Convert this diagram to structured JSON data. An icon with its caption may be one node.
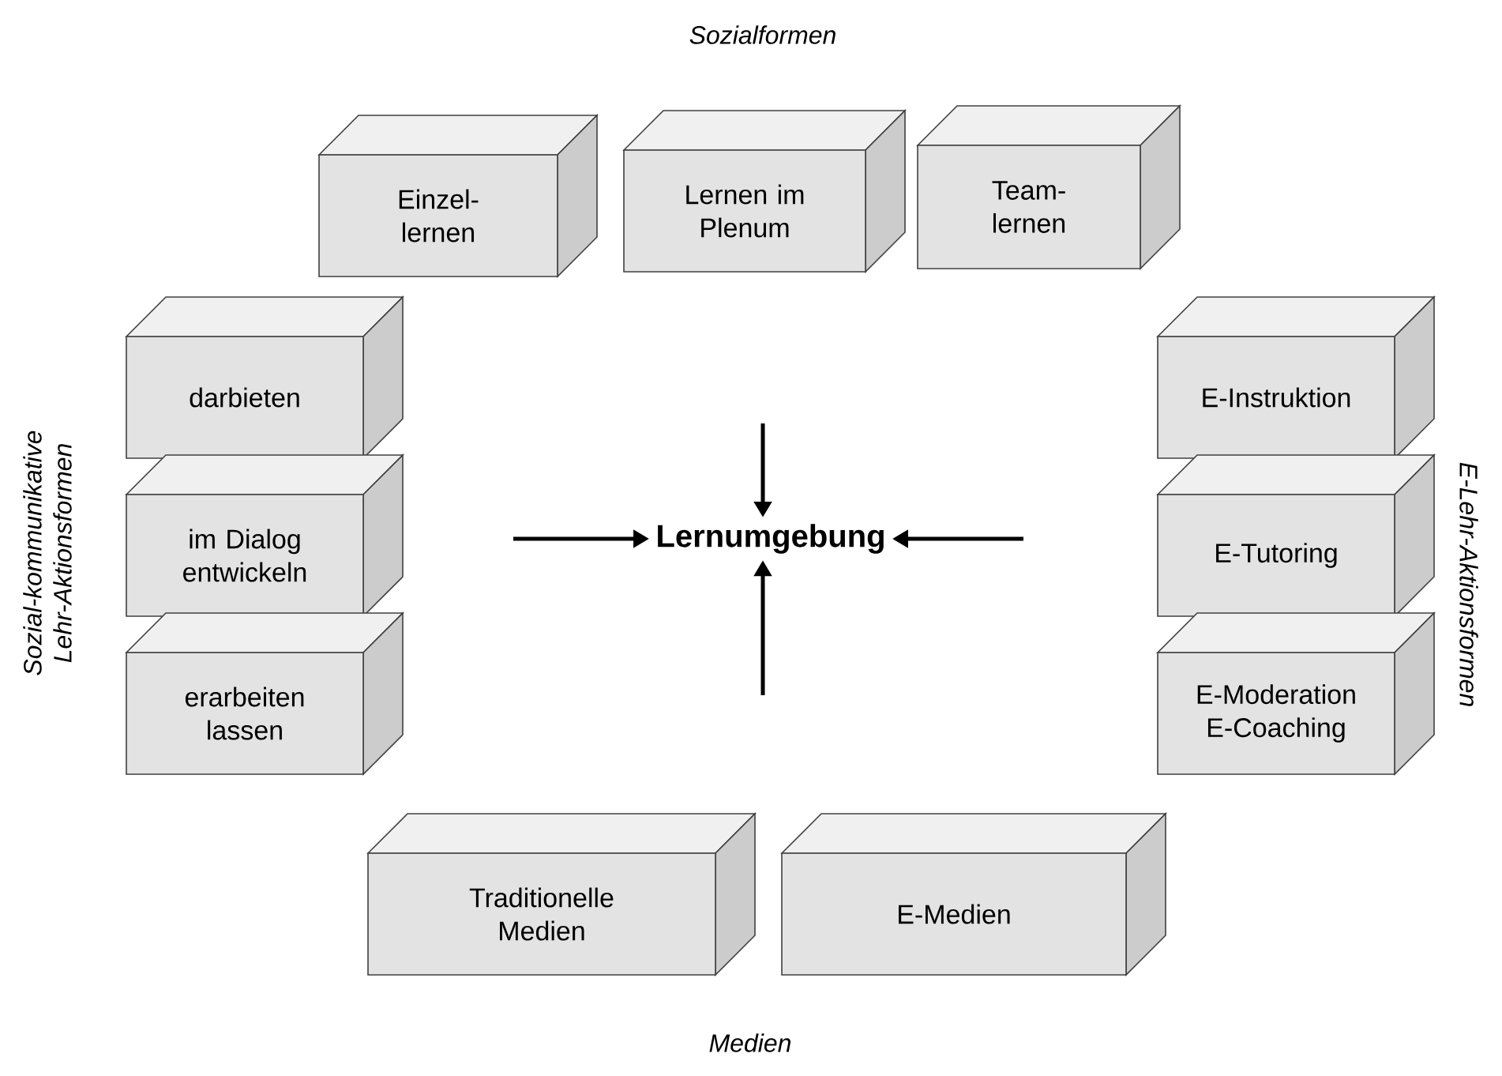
{
  "diagram": {
    "title": "Sozialformen",
    "caption": "Medien",
    "nodes": [
      {
        "text": [
          "Einzel- lernen"
        ]
      },
      {
        "text": [
          "Lernen im Plenum"
        ]
      },
      {
        "text": [
          "Team- lernen"
        ]
      },
      {
        "text": [
          "darbieten"
        ]
      },
      {
        "text": [
          "im Dialog entwickeln"
        ]
      },
      {
        "text": [
          "erarbeiten lassen"
        ]
      },
      {
        "text": [
          "E-Instruktion"
        ]
      },
      {
        "text": [
          "E-Tutoring"
        ]
      },
      {
        "text": [
          "E-Moderation E-Coaching"
        ]
      },
      {
        "text": [
          "Traditionelle Medien"
        ]
      },
      {
        "text": [
          "E-Medien"
        ]
      },
      {
        "text": [
          "Lernumgebung"
        ]
      }
    ],
    "edges": [
      {
        "from": null,
        "to": 11,
        "arrow": "to"
      },
      {
        "from": null,
        "to": 11,
        "arrow": "to"
      },
      {
        "from": null,
        "to": 11,
        "arrow": "to"
      },
      {
        "from": null,
        "to": 11,
        "arrow": "to"
      }
    ],
    "labels": [
      "Sozial-kommunikative Lehr-Aktionsformen",
      "E-Lehr-Aktionsformen"
    ]
  }
}
